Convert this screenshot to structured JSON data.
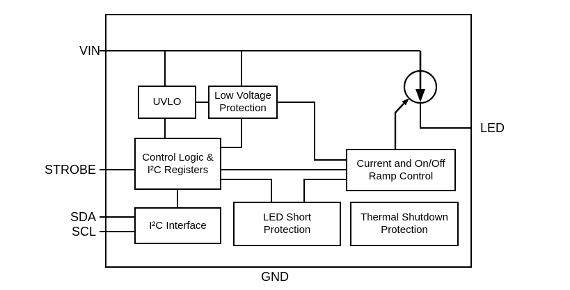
{
  "diagram": {
    "pins": {
      "vin": "VIN",
      "strobe": "STROBE",
      "sda": "SDA",
      "scl": "SCL",
      "led": "LED",
      "gnd": "GND"
    },
    "blocks": {
      "uvlo": "UVLO",
      "low_voltage_protection": "Low Voltage\nProtection",
      "control_logic": "Control Logic &\nI²C Registers",
      "i2c_interface": "I²C Interface",
      "led_short_protection": "LED Short\nProtection",
      "current_ramp_control": "Current and On/Off\nRamp Control",
      "thermal_shutdown_protection": "Thermal Shutdown\nProtection"
    },
    "symbols": {
      "current_source": "circle-with-down-arrow"
    },
    "colors": {
      "line": "#000000",
      "background": "#ffffff",
      "box_fill": "#ffffff"
    }
  }
}
